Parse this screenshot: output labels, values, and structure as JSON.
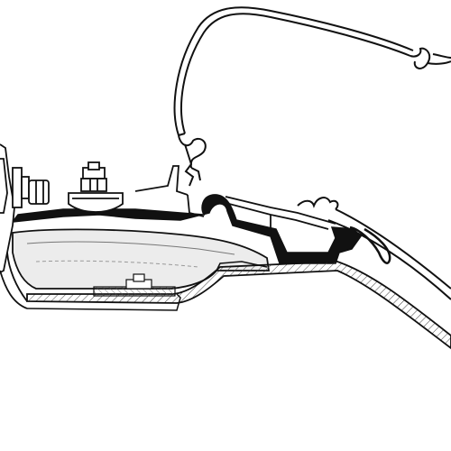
{
  "diagram": {
    "kind": "technical cross-section line drawing",
    "style": "black line art on white",
    "colors": {
      "line": "#111111",
      "fill_dark": "#111111",
      "fill_light": "#ffffff",
      "hatch": "#555555",
      "shade": "#d9d9d9"
    },
    "parts": [
      "awning-cassette-profile",
      "curved-cover-profile",
      "mounting-adapter-rail",
      "bolt-head",
      "washer",
      "wall-bracket",
      "roof-panel-hatched",
      "gutter-channel"
    ]
  }
}
